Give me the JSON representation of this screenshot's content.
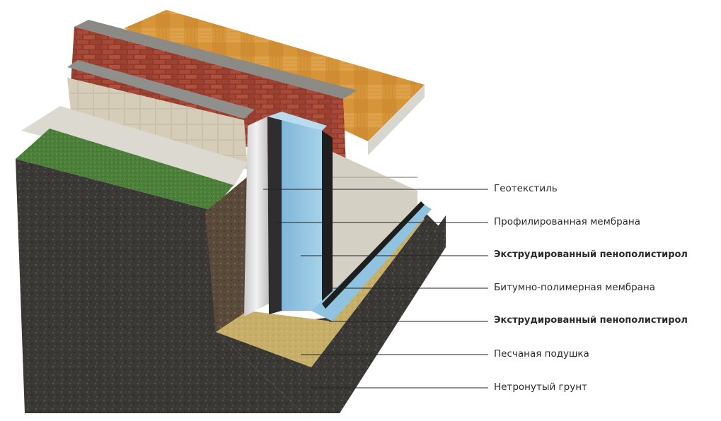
{
  "diagram": {
    "labels": [
      "Геотекстиль",
      "Профилированная мембрана",
      "Экструдированный пенополистирол",
      "Битумно-полимерная мембрана",
      "Экструдированный пенополистирол",
      "Песчаная подушка",
      "Нетронутый грунт"
    ]
  },
  "colors": {
    "soil": "#3b3936",
    "grass": "#4a7d3a",
    "brick": "#9a3f2e",
    "parquet": "#d9973f",
    "eps": "#8fc3e0",
    "sand": "#c9b26e",
    "concrete": "#d8d6cf",
    "membrane": "#2a2a2a"
  }
}
